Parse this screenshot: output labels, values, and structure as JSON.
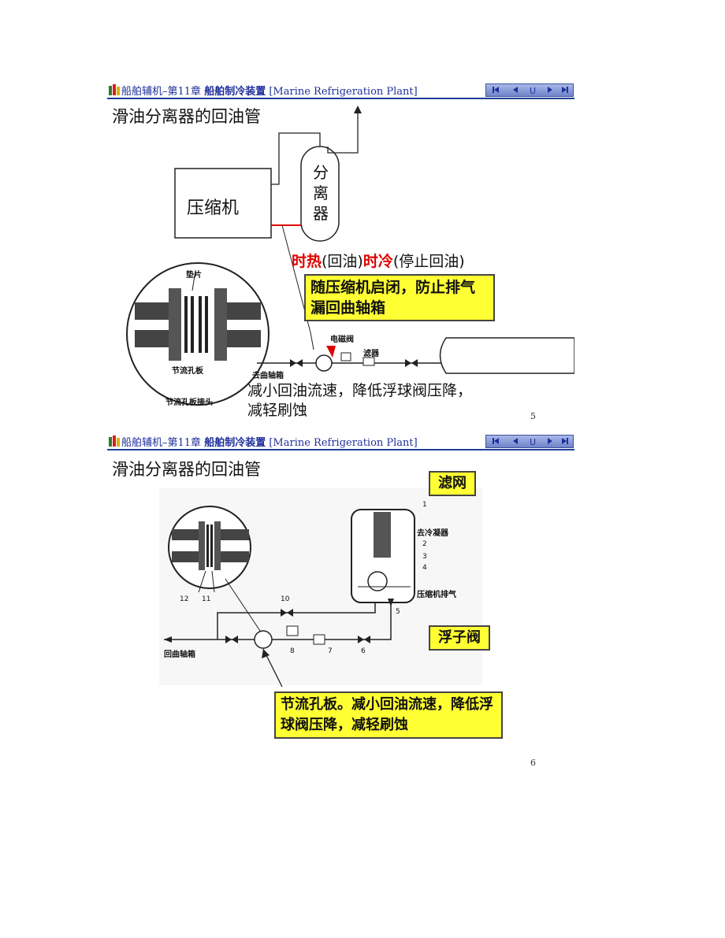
{
  "header": {
    "prefix": "船舶辅机–第11章",
    "chapter": "船舶制冷装置",
    "english": "[Marine Refrigeration Plant]"
  },
  "slide1": {
    "title": "滑油分离器的回油管",
    "compressor": "压缩机",
    "separator_chars": [
      "分",
      "离",
      "器"
    ],
    "hot_label": "时热",
    "hot_paren": "(回油)",
    "cold_label": "时冷",
    "cold_paren": "(停止回油)",
    "callout": "随压缩机启闭，防止排气漏回曲轴箱",
    "gasket_label": "垫片",
    "orifice_label": "节流孔板",
    "to_crankcase": "去曲轴箱",
    "solenoid_label": "电磁阀",
    "filter_label": "滤器",
    "joint_label": "节流孔板接头",
    "bottom_text_line1": "减小回油流速，降低浮球阀压降，",
    "bottom_text_line2": "减轻刷蚀",
    "page_number": "5"
  },
  "slide2": {
    "title": "滑油分离器的回油管",
    "filter_mesh_label": "滤网",
    "float_valve_label": "浮子阀",
    "to_condenser": "去冷凝器",
    "compressor_discharge": "压缩机排气",
    "return_crankcase": "回曲轴箱",
    "numbers": [
      "1",
      "2",
      "3",
      "4",
      "5",
      "6",
      "7",
      "8",
      "10",
      "12",
      "11"
    ],
    "callout": "节流孔板。减小回油流速，降低浮球阀压降，减轻刷蚀",
    "page_number": "6"
  },
  "colors": {
    "header_blue": "#1f2f9a",
    "red_accent": "#e00000",
    "callout_yellow": "#ffff33"
  }
}
